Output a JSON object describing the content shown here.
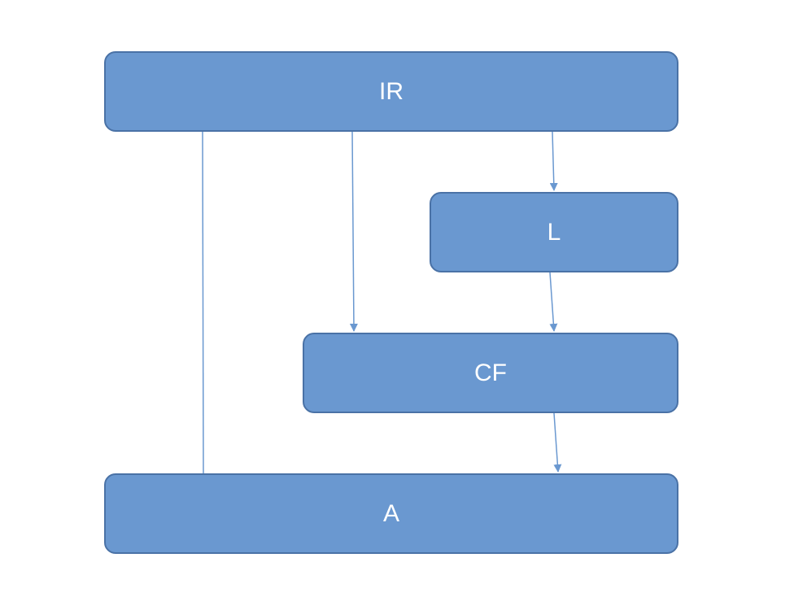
{
  "diagram": {
    "nodes": [
      {
        "id": "IR",
        "label": "IR"
      },
      {
        "id": "L",
        "label": "L"
      },
      {
        "id": "CF",
        "label": "CF"
      },
      {
        "id": "A",
        "label": "A"
      }
    ],
    "edges": [
      {
        "from": "IR",
        "to": "A",
        "arrow": false
      },
      {
        "from": "IR",
        "to": "CF",
        "arrow": true
      },
      {
        "from": "IR",
        "to": "L",
        "arrow": true
      },
      {
        "from": "L",
        "to": "CF",
        "arrow": true
      },
      {
        "from": "CF",
        "to": "A",
        "arrow": true
      }
    ],
    "colors": {
      "node_fill": "#6a98d0",
      "node_border": "#4a72a6",
      "edge": "#6a98d0",
      "label": "#ffffff"
    }
  }
}
